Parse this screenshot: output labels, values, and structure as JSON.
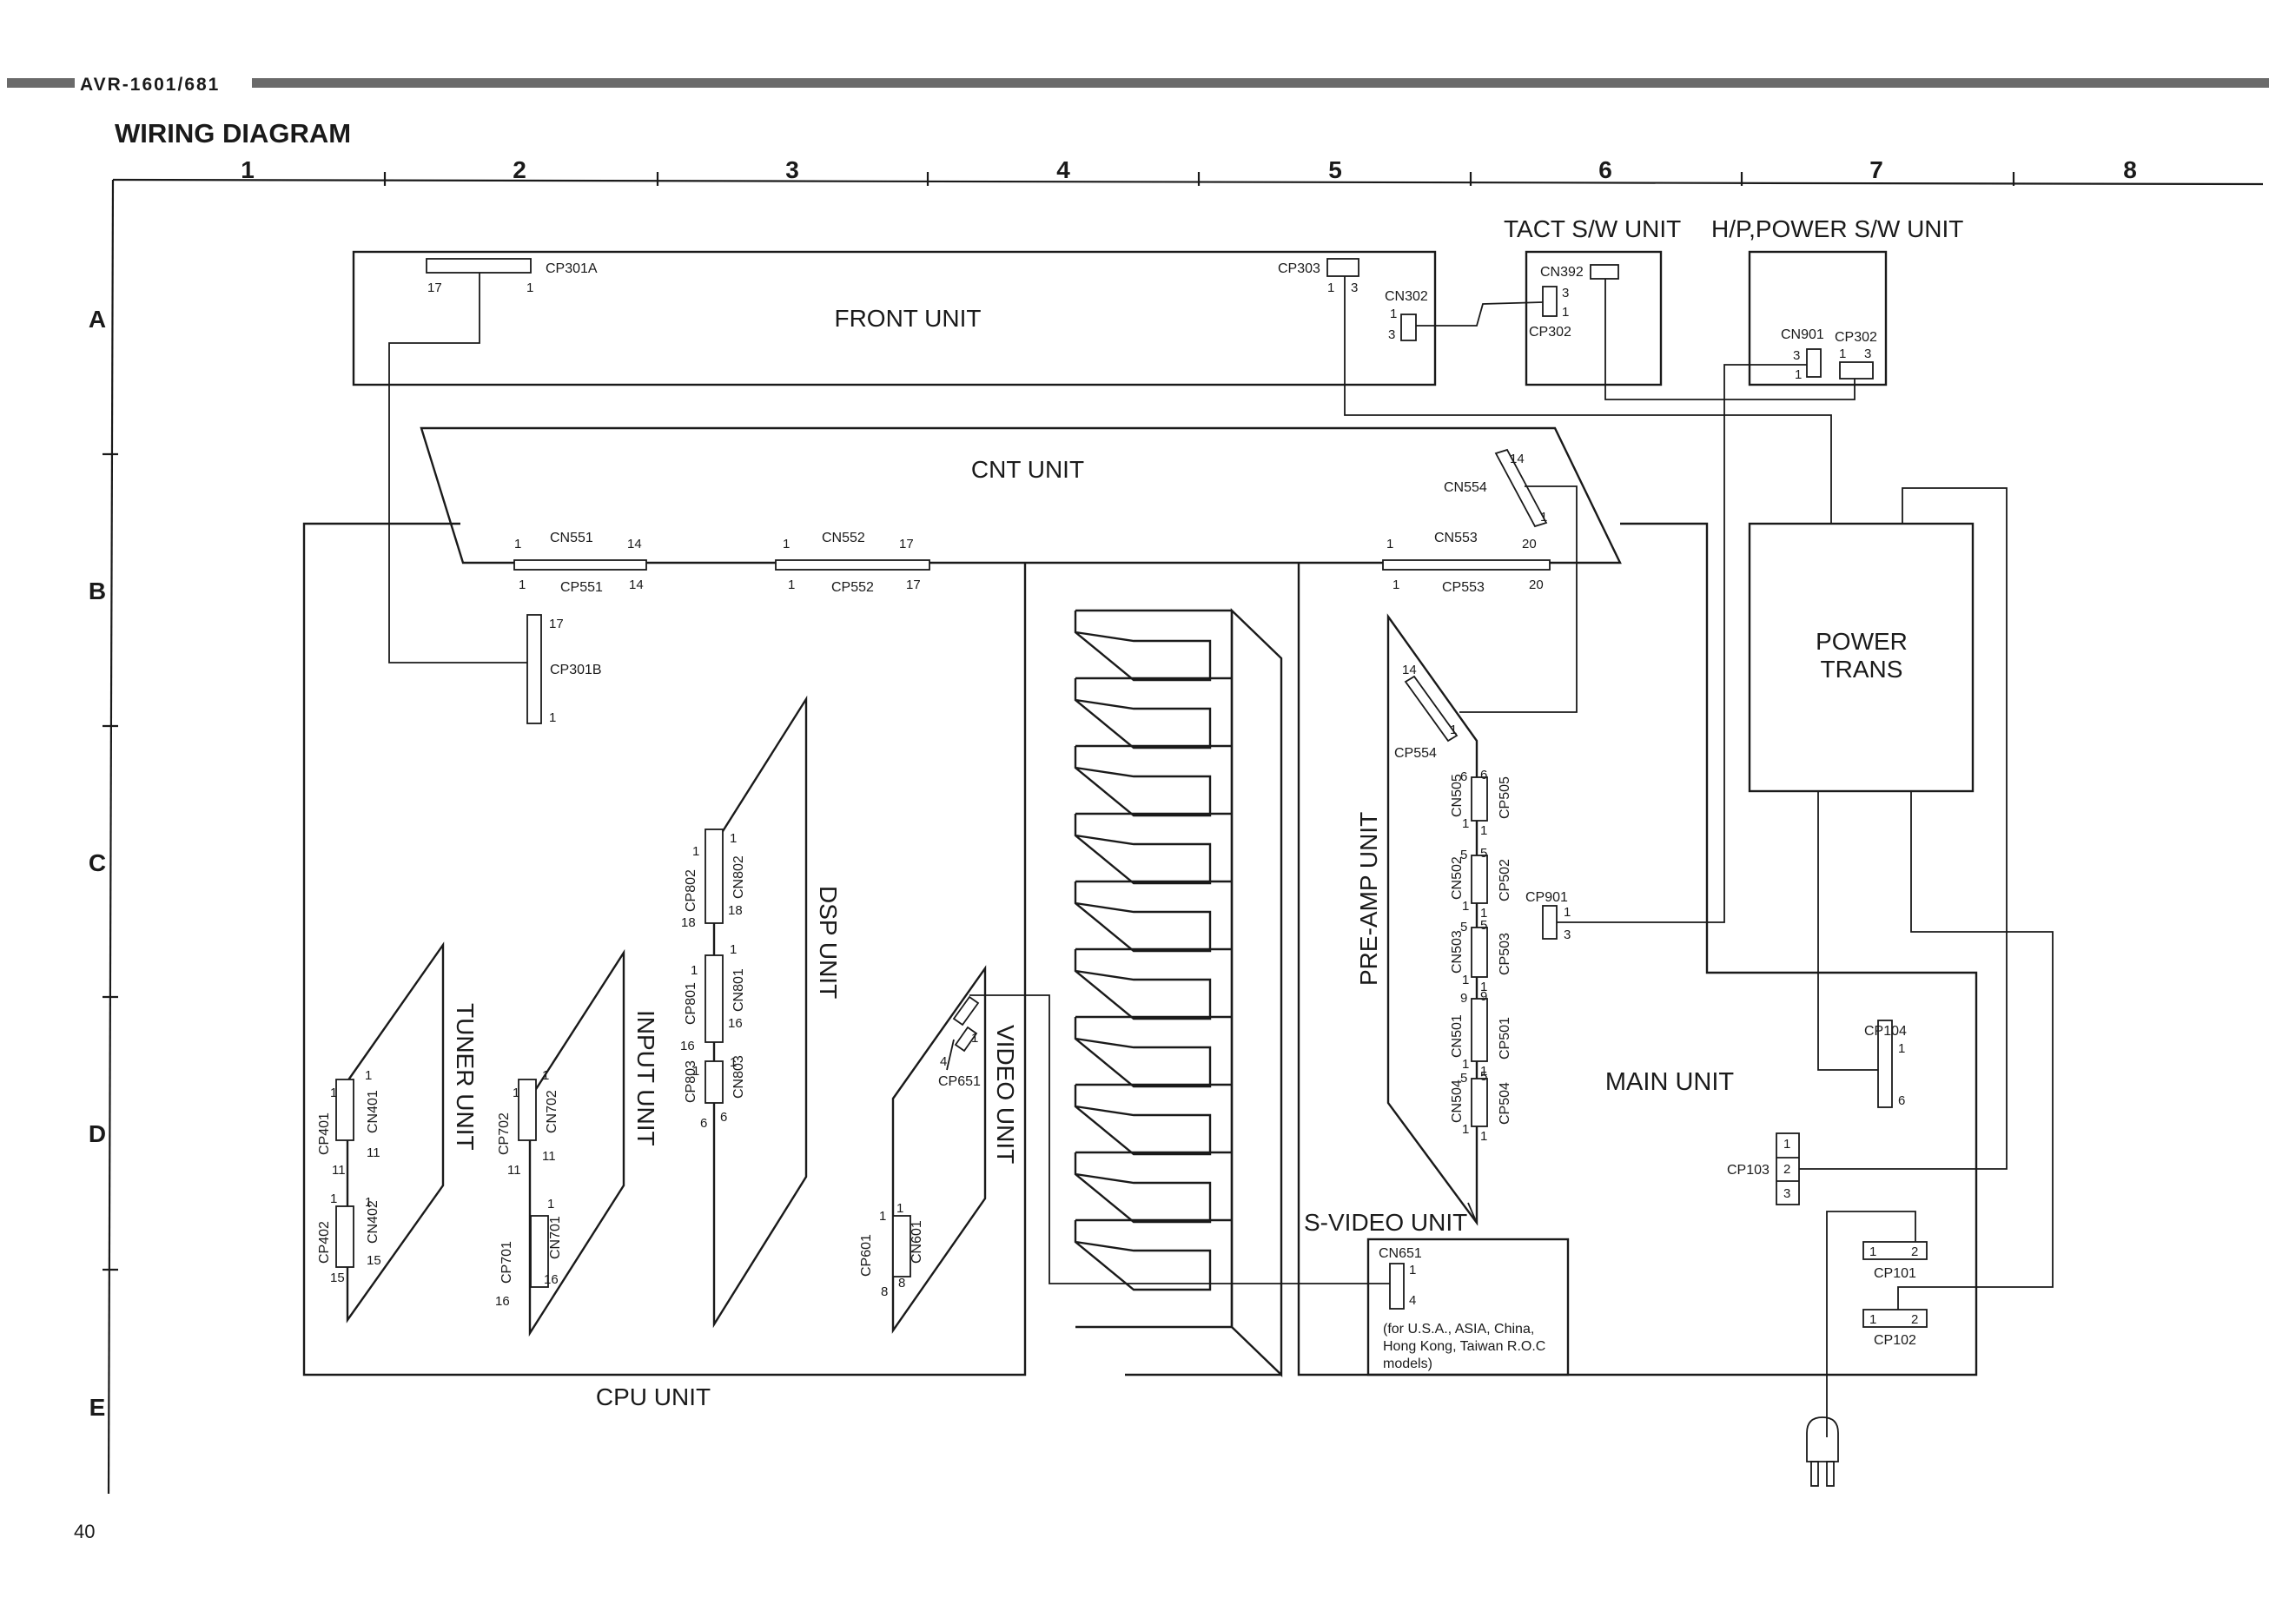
{
  "header": {
    "model": "AVR-1601/681",
    "title": "WIRING DIAGRAM"
  },
  "page_number": "40",
  "grid": {
    "columns": [
      "1",
      "2",
      "3",
      "4",
      "5",
      "6",
      "7",
      "8"
    ],
    "rows": [
      "A",
      "B",
      "C",
      "D",
      "E"
    ]
  },
  "units": {
    "front": "FRONT UNIT",
    "tact": "TACT S/W UNIT",
    "hp_power": "H/P,POWER S/W UNIT",
    "cnt": "CNT UNIT",
    "cpu": "CPU UNIT",
    "main": "MAIN UNIT",
    "power_trans_1": "POWER",
    "power_trans_2": "TRANS",
    "s_video": "S-VIDEO UNIT",
    "tuner": "TUNER UNIT",
    "input": "INPUT UNIT",
    "dsp": "DSP UNIT",
    "video": "VIDEO UNIT",
    "preamp": "PRE-AMP UNIT"
  },
  "s_video_note": [
    "(for U.S.A., ASIA, China,",
    "Hong Kong, Taiwan R.O.C",
    "models)"
  ],
  "connectors": {
    "CP301A": "CP301A",
    "CP303": "CP303",
    "CN302": "CN302",
    "CN392": "CN392",
    "CP302": "CP302",
    "CN901": "CN901",
    "CP302b": "CP302",
    "CN554": "CN554",
    "CN551": "CN551",
    "CP551": "CP551",
    "CN552": "CN552",
    "CP552": "CP552",
    "CN553": "CN553",
    "CP553": "CP553",
    "CP301B": "CP301B",
    "CP554": "CP554",
    "CN505": "CN505",
    "CP505": "CP505",
    "CN502": "CN502",
    "CP502": "CP502",
    "CN503": "CN503",
    "CP503": "CP503",
    "CN501": "CN501",
    "CP501": "CP501",
    "CN504": "CN504",
    "CP504": "CP504",
    "CP901": "CP901",
    "CP802": "CP802",
    "CN802": "CN802",
    "CP801": "CP801",
    "CN801": "CN801",
    "CP803": "CP803",
    "CN803": "CN803",
    "CP651": "CP651",
    "CP601": "CP601",
    "CN601": "CN601",
    "CP401": "CP401",
    "CN401": "CN401",
    "CP402": "CP402",
    "CN402": "CN402",
    "CP702": "CP702",
    "CN702": "CN702",
    "CP701": "CP701",
    "CN701": "CN701",
    "CN651": "CN651",
    "CP104": "CP104",
    "CP103": "CP103",
    "CP101": "CP101",
    "CP102": "CP102"
  },
  "icons": {
    "plug": "ac-power-plug-icon",
    "heatsink": "heatsink-fins-icon"
  }
}
